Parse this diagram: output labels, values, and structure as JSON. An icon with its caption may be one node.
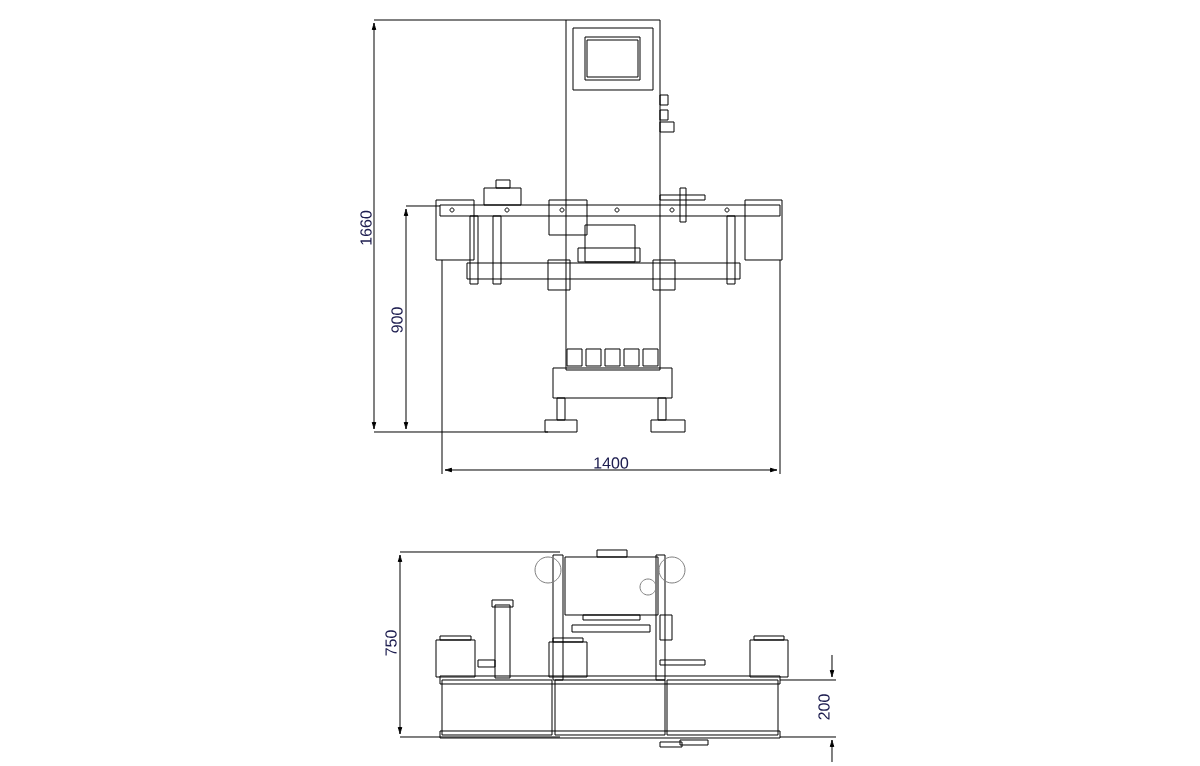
{
  "diagram": {
    "labels": [
      "1660",
      "900",
      "1400",
      "750",
      "200"
    ]
  }
}
